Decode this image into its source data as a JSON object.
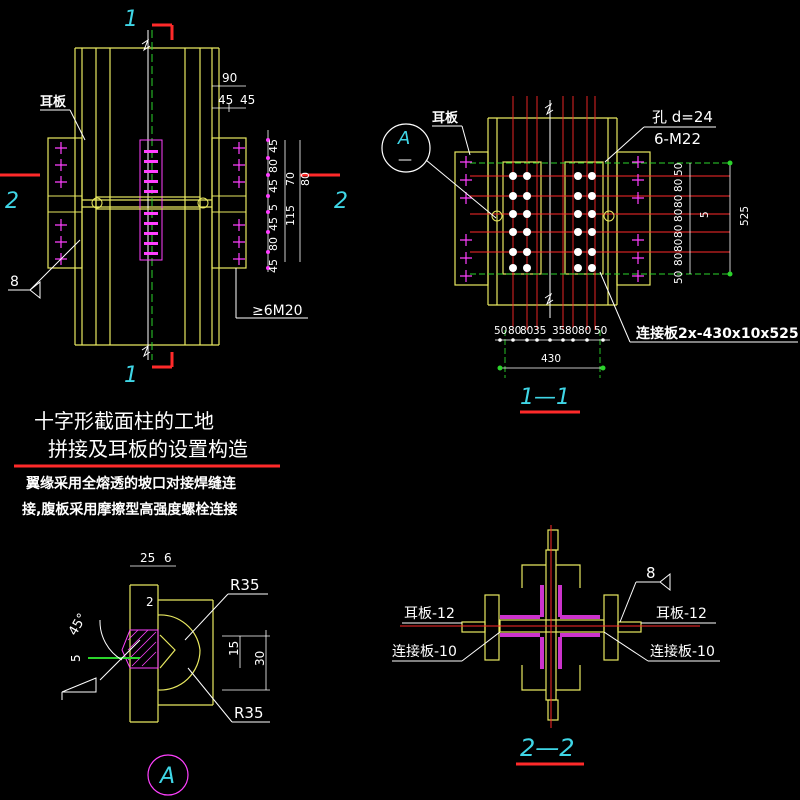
{
  "colors": {
    "background": "#000000",
    "yellow": "#e8e860",
    "white": "#ffffff",
    "red": "#ff2a2a",
    "green": "#2bd42b",
    "cyan": "#3fd6e6",
    "magenta": "#ff40ff",
    "dim": "#9a9a9a"
  },
  "elevation": {
    "section_mark_top": "1",
    "section_mark_bottom": "1",
    "section_mark_left": "2",
    "section_mark_right": "2",
    "ear_plate_label": "耳板",
    "weld_label": "8",
    "bolt_callout": "≥6M20",
    "dims_top": [
      "90",
      "45",
      "45"
    ],
    "dims_right": [
      "45",
      "80",
      "45",
      "5",
      "45",
      "80",
      "45"
    ],
    "dims_right_outer": [
      "70",
      "115",
      "80"
    ]
  },
  "section_1_1": {
    "title": "1—1",
    "detail_ref_letter": "A",
    "detail_ref_dash": "—",
    "ear_plate_label": "耳板",
    "hole_label": "孔 d=24",
    "bolt_label": "6-M22",
    "plate_label": "连接板2x-430x10x525",
    "dims_bottom": [
      "50",
      "80",
      "80",
      "35",
      "35",
      "80",
      "80",
      "50"
    ],
    "dim_total_width": "430",
    "dims_right": [
      "50",
      "80",
      "80",
      "80",
      "80",
      "80",
      "80",
      "50"
    ],
    "dim_right_mid": "5",
    "dim_total_height": "525"
  },
  "caption": {
    "title_line1": "十字形截面柱的工地",
    "title_line2": "拼接及耳板的设置构造",
    "note_line1": "翼缘采用全熔透的坡口对接焊缝连",
    "note_line2": "接,腹板采用摩擦型高强度螺栓连接"
  },
  "detail_A": {
    "title": "A",
    "dims_top": [
      "25",
      "6"
    ],
    "angle": "45°",
    "gap": "2",
    "radius_top": "R35",
    "radius_bottom": "R35",
    "dim_left": "5",
    "dims_right": [
      "15",
      "30"
    ]
  },
  "section_2_2": {
    "title": "2—2",
    "weld_label": "8",
    "ear_plate_left": "耳板-12",
    "ear_plate_right": "耳板-12",
    "link_plate_left": "连接板-10",
    "link_plate_right": "连接板-10"
  }
}
